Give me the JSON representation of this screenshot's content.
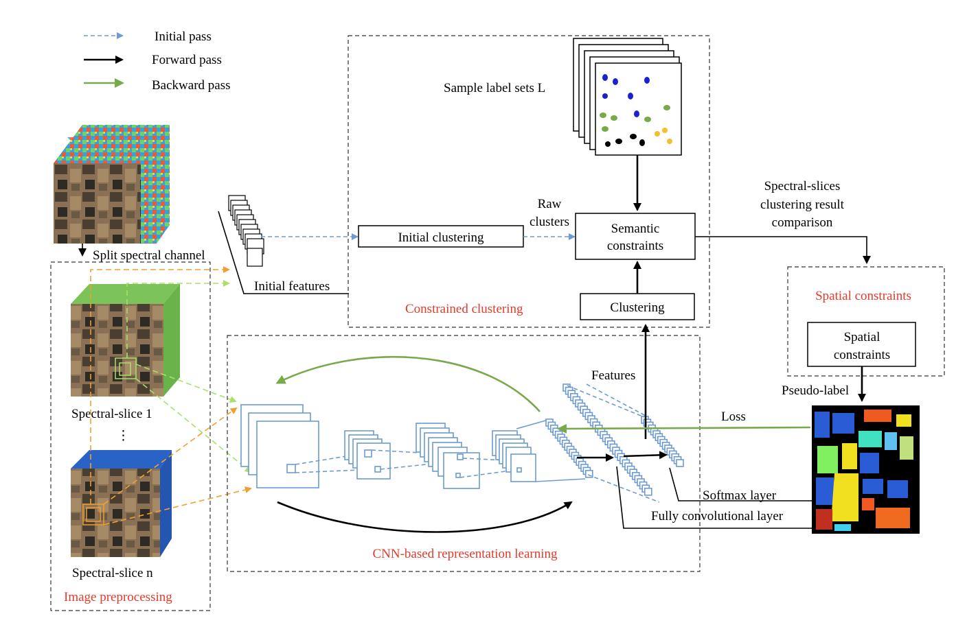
{
  "legend": {
    "initial_pass": "Initial pass",
    "forward_pass": "Forward pass",
    "backward_pass": "Backward pass"
  },
  "colors": {
    "initial_pass": "#6b9bd2",
    "forward_pass": "#000000",
    "backward_pass": "#78a94a",
    "section_title": "#e63a2b",
    "slice1_green": "#7cc45a",
    "slicen_blue": "#2a63c6",
    "orange": "#f0a030"
  },
  "labels": {
    "sample_label_sets": "Sample label sets L",
    "raw_clusters_1": "Raw",
    "raw_clusters_2": "clusters",
    "initial_clustering": "Initial clustering",
    "semantic_constraints_1": "Semantic",
    "semantic_constraints_2": "constraints",
    "clustering": "Clustering",
    "constrained_clustering": "Constrained clustering",
    "initial_features": "Initial features",
    "split_spectral_channel": "Split spectral channel",
    "spectral_slice_1": "Spectral-slice 1",
    "ellipsis": "⋮",
    "spectral_slice_n": "Spectral-slice n",
    "image_preprocessing": "Image preprocessing",
    "cnn_learning": "CNN-based representation learning",
    "features": "Features",
    "loss": "Loss",
    "softmax_layer": "Softmax layer",
    "fully_conv_layer": "Fully convolutional layer",
    "pseudo_label": "Pseudo-label",
    "spectral_slices_result_1": "Spectral-slices",
    "spectral_slices_result_2": "clustering result",
    "spectral_slices_result_3": "comparison",
    "spatial_constraints_title": "Spatial constraints",
    "spatial_constraints_box_1": "Spatial",
    "spatial_constraints_box_2": "constraints"
  },
  "icons": {
    "hsi_cube": "hyperspectral-cube-icon",
    "label_sets": "label-sheet-stack-icon",
    "pseudo_label_map": "segmentation-map-icon"
  }
}
